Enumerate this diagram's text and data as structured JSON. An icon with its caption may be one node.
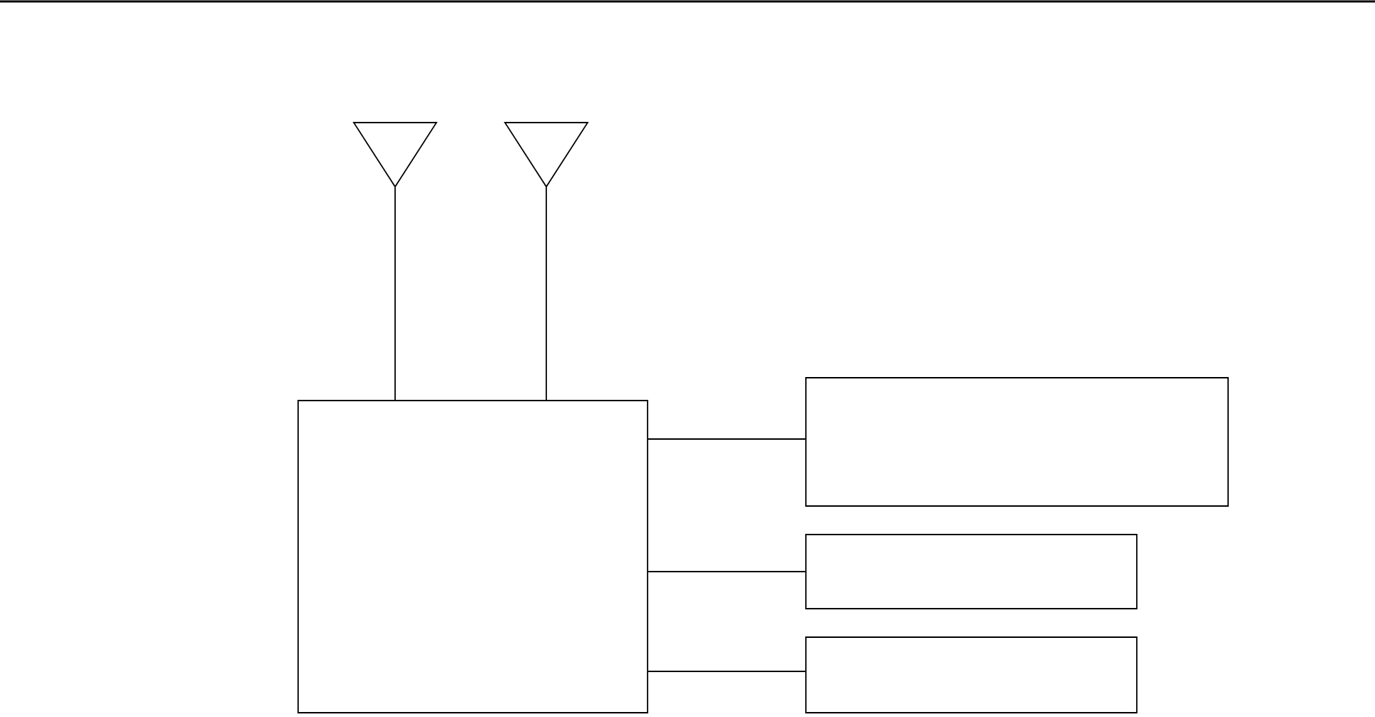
{
  "diagram": {
    "nodes": [
      {
        "text": [],
        "shape": "triangle"
      },
      {
        "text": [],
        "shape": "triangle"
      },
      {
        "text": [],
        "shape": "box"
      },
      {
        "text": [],
        "shape": "box"
      },
      {
        "text": [],
        "shape": "box"
      },
      {
        "text": [],
        "shape": "box"
      }
    ],
    "edges": [
      {
        "from": 0,
        "to": 2,
        "arrow": "none"
      },
      {
        "from": 1,
        "to": 2,
        "arrow": "none"
      },
      {
        "from": 2,
        "to": 3,
        "arrow": "none"
      },
      {
        "from": 2,
        "to": 4,
        "arrow": "none"
      },
      {
        "from": 2,
        "to": 5,
        "arrow": "none"
      }
    ]
  }
}
